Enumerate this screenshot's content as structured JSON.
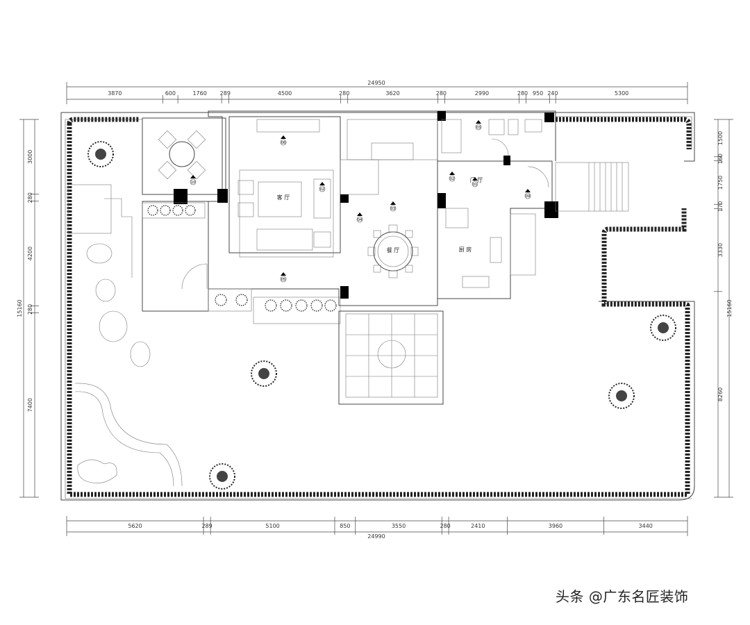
{
  "dimensions": {
    "top_total": "24950",
    "top": [
      "3870",
      "600",
      "1760",
      "289",
      "4500",
      "280",
      "3620",
      "280",
      "2990",
      "280",
      "950",
      "240",
      "5300"
    ],
    "bottom_total": "24990",
    "bottom": [
      "5620",
      "289",
      "5100",
      "850",
      "3550",
      "280",
      "2410",
      "3960",
      "3440"
    ],
    "left_total": "15160",
    "left": [
      "3000",
      "280",
      "4200",
      "280",
      "7400"
    ],
    "right_total": "15160",
    "right": [
      "1500",
      "160",
      "1750",
      "170",
      "3330",
      "8260"
    ]
  },
  "rooms": {
    "living": "客 厅",
    "dining": "餐 厅",
    "foyer": "门 厅",
    "kitchen": "厨 房"
  },
  "markers": [
    "10",
    "06",
    "02",
    "03",
    "04",
    "05",
    "01",
    "02",
    "03",
    "09"
  ],
  "watermark": "头条 @广东名匠装饰"
}
